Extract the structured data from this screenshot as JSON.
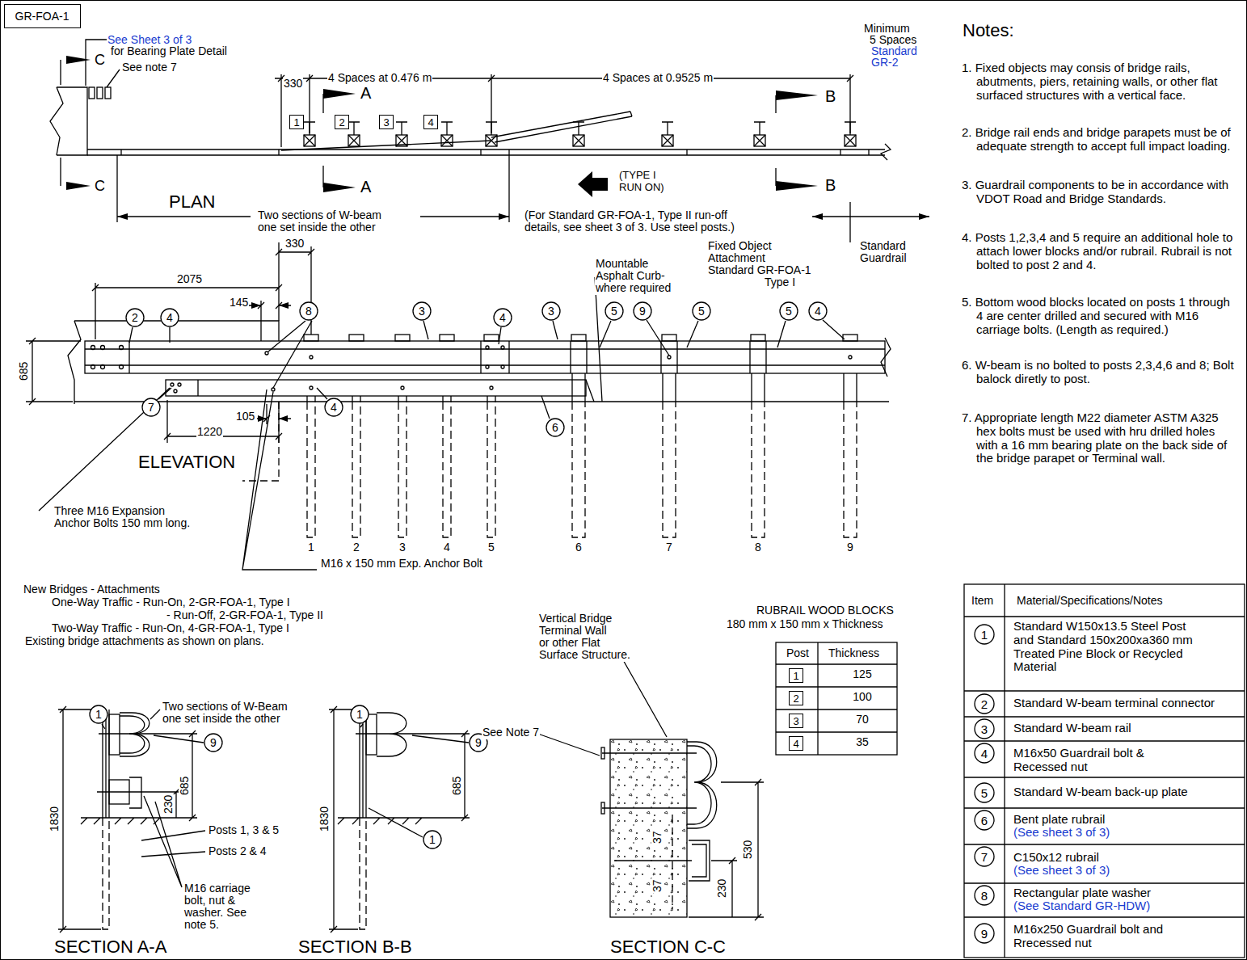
{
  "diagram": {
    "nodes": [
      {
        "text": [
          "GR-FOA-1"
        ]
      },
      {
        "text": [
          "1"
        ]
      },
      {
        "text": [
          "2"
        ]
      },
      {
        "text": [
          "3"
        ]
      },
      {
        "text": [
          "4"
        ]
      },
      {
        "text": [
          "2"
        ]
      },
      {
        "text": [
          "4"
        ]
      },
      {
        "text": [
          "8"
        ]
      },
      {
        "text": [
          "3"
        ]
      },
      {
        "text": [
          "4"
        ]
      },
      {
        "text": [
          "3"
        ]
      },
      {
        "text": [
          "5"
        ]
      },
      {
        "text": [
          "9"
        ]
      },
      {
        "text": [
          "5"
        ]
      },
      {
        "text": [
          "5"
        ]
      },
      {
        "text": [
          "4"
        ]
      },
      {
        "text": [
          "7"
        ]
      },
      {
        "text": [
          "4"
        ]
      },
      {
        "text": [
          "6"
        ]
      },
      {
        "text": [
          "1"
        ]
      },
      {
        "text": [
          "9"
        ]
      },
      {
        "text": [
          "1"
        ]
      },
      {
        "text": [
          "9"
        ]
      },
      {
        "text": [
          "1"
        ]
      },
      {
        "text": [
          "1"
        ]
      },
      {
        "text": [
          "2"
        ]
      },
      {
        "text": [
          "3"
        ]
      },
      {
        "text": [
          "4"
        ]
      },
      {
        "text": [
          "1"
        ]
      },
      {
        "text": [
          "2"
        ]
      },
      {
        "text": [
          "3"
        ]
      },
      {
        "text": [
          "4"
        ]
      },
      {
        "text": [
          "5"
        ]
      },
      {
        "text": [
          "6"
        ]
      },
      {
        "text": [
          "7"
        ]
      },
      {
        "text": [
          "8"
        ]
      },
      {
        "text": [
          "9"
        ]
      }
    ],
    "labels": [
      "See Sheet 3 of 3",
      "for Bearing Plate Detail",
      "C",
      "See note 7",
      "330",
      "4 Spaces at 0.476 m",
      "4 Spaces at 0.9525 m",
      "Minimum",
      "5 Spaces",
      "Standard",
      "GR-2",
      "A",
      "B",
      "C",
      "A",
      "B",
      "PLAN",
      "(TYPE I",
      "RUN ON)",
      "Two sections of W-beam",
      "one set inside the other",
      "(For Standard GR-FOA-1, Type II run-off",
      "details, see sheet 3 of 3. Use steel posts.)",
      "Fixed Object",
      "Attachment",
      "Standard GR-FOA-1",
      "Type I",
      "Standard",
      "Guardrail",
      "330",
      "Mountable",
      "Asphalt Curb-",
      "where required",
      "2075",
      "145",
      "685",
      "105",
      "1220",
      "ELEVATION",
      "Three M16 Expansion",
      "Anchor Bolts 150 mm long.",
      "1",
      "2",
      "3",
      "4",
      "5",
      "6",
      "7",
      "8",
      "9",
      "M16 x 150 mm Exp. Anchor Bolt",
      "New Bridges - Attachments",
      "One-Way Traffic - Run-On, 2-GR-FOA-1, Type I",
      "- Run-Off, 2-GR-FOA-1, Type II",
      "Two-Way Traffic - Run-On, 4-GR-FOA-1, Type I",
      "Existing bridge attachments as shown on plans.",
      "Notes:",
      "1. Fixed objects may consis of bridge rails, abutments, piers, retaining walls, or other flat surfaced structures with a vertical face.",
      "2. Bridge rail ends and bridge parapets must be of adequate strength to accept full impact loading.",
      "3. Guardrail components to be in accordance with VDOT Road and Bridge Standards.",
      "4. Posts 1,2,3,4 and 5 require an additional hole to attach lower blocks and/or rubrail. Rubrail is not bolted to post 2 and 4.",
      "5. Bottom wood blocks located on posts 1 through 4 are center drilled and secured with M16 carriage bolts. (Length as required.)",
      "6. W-beam is no bolted to posts 2,3,4,6 and 8; Bolt balock diretly to post.",
      "7. Appropriate length M22 diameter ASTM A325 hex bolts must be used with hru drilled holes with a 16 mm bearing plate on the back side of the bridge parapet or Terminal wall.",
      "RUBRAIL WOOD BLOCKS",
      "180 mm x 150 mm x Thickness",
      "Post",
      "Thickness",
      "125",
      "100",
      "70",
      "35",
      "Item",
      "Material/Specifications/Notes",
      "Standard W150x13.5 Steel Post and Standard 150x200xa360 mm Treated Pine Block or Recycled Material",
      "Standard W-beam terminal connector",
      "Standard W-beam rail",
      "M16x50 Guardrail bolt & Recessed nut",
      "Standard W-beam back-up plate",
      "Bent plate rubrail",
      "(See sheet 3 of 3)",
      "C150x12 rubrail",
      "(See sheet 3 of 3)",
      "Rectangular plate washer",
      "(See Standard GR-HDW)",
      "M16x250 Guardrail bolt and Rrecessed nut",
      "Two sections of W-Beam",
      "one set inside the other",
      "685",
      "230",
      "1830",
      "Posts 1, 3 & 5",
      "Posts 2 & 4",
      "M16 carriage",
      "bolt, nut &",
      "washer. See",
      "note 5.",
      "SECTION A-A",
      "685",
      "1830",
      "SECTION B-B",
      "Vertical Bridge",
      "Terminal Wall",
      "or other Flat",
      "Surface Structure.",
      "See Note 7",
      "37",
      "37",
      "530",
      "230",
      "SECTION C-C"
    ]
  }
}
